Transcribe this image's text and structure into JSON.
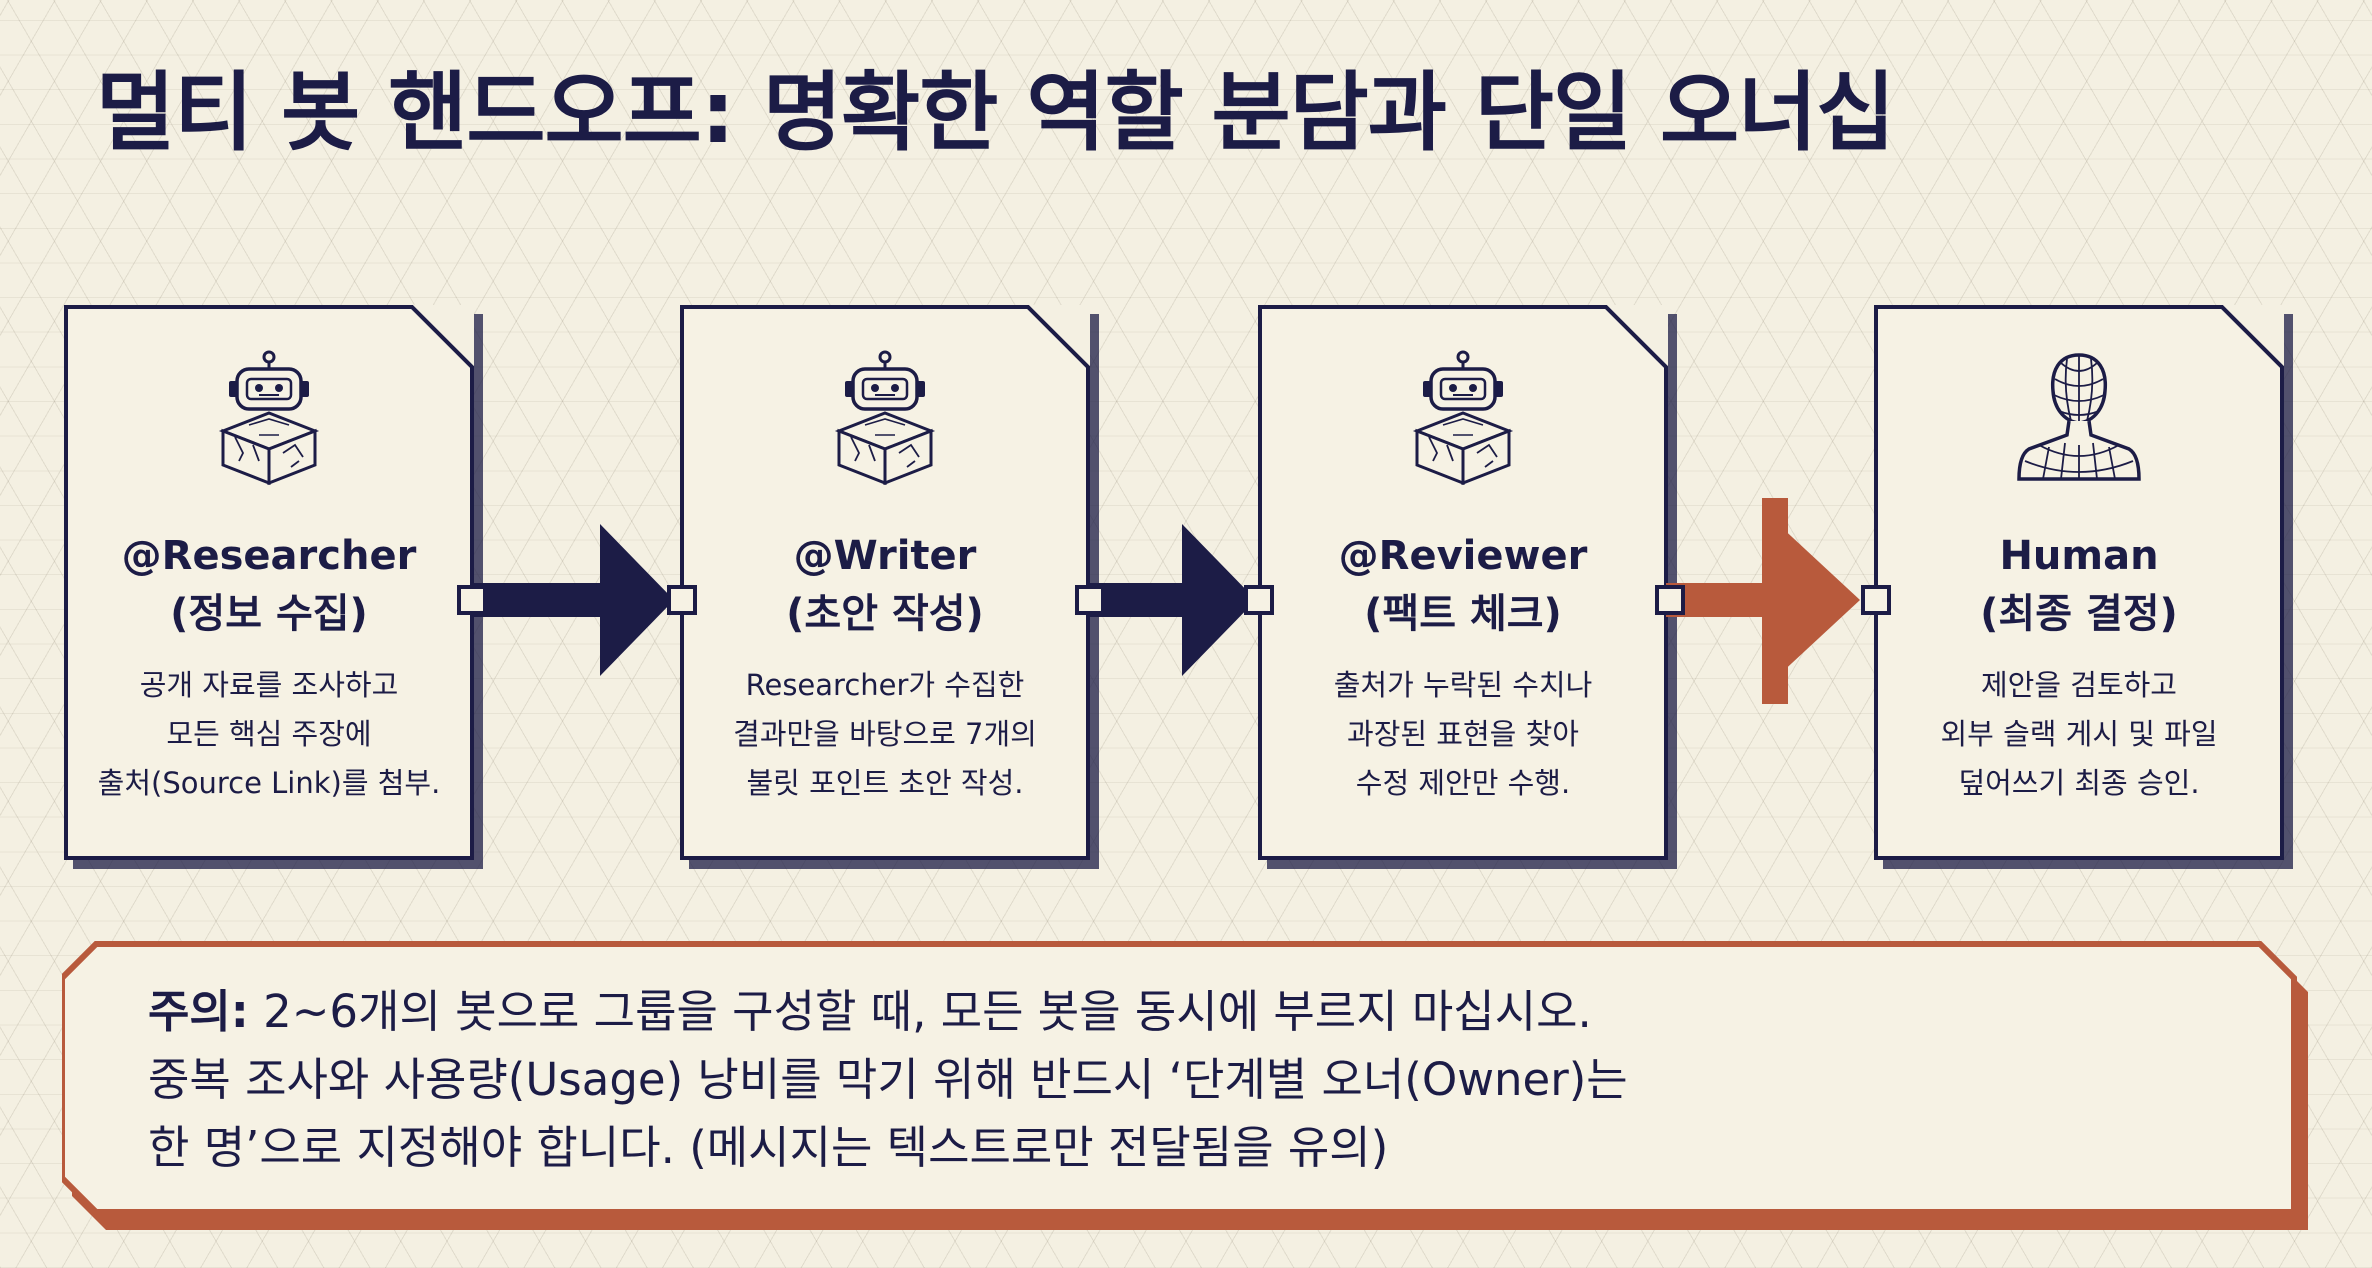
{
  "title": "멀티 봇 핸드오프: 명확한 역할 분담과 단일 오너십",
  "colors": {
    "navy": "#1c1c46",
    "rust": "#b85a3c",
    "paper": "#f6f2e4"
  },
  "steps": [
    {
      "icon": "robot-icon",
      "role": "@Researcher",
      "subtitle": "(정보 수집)",
      "lines": [
        "공개 자료를 조사하고",
        "모든 핵심 주장에",
        "출처(Source Link)를 첨부."
      ]
    },
    {
      "icon": "robot-icon",
      "role": "@Writer",
      "subtitle": "(초안 작성)",
      "lines": [
        "Researcher가 수집한",
        "결과만을 바탕으로 7개의",
        "불릿 포인트 초안 작성."
      ]
    },
    {
      "icon": "robot-icon",
      "role": "@Reviewer",
      "subtitle": "(팩트 체크)",
      "lines": [
        "출처가 누락된 수치나",
        "과장된 표현을 찾아",
        "수정 제안만 수행."
      ]
    },
    {
      "icon": "human-bust-icon",
      "role": "Human",
      "subtitle": "(최종 결정)",
      "lines": [
        "제안을 검토하고",
        "외부 슬랙 게시 및 파일",
        "덮어쓰기 최종 승인."
      ]
    }
  ],
  "note": {
    "label": "주의:",
    "line1": " 2~6개의 봇으로 그룹을 구성할 때, 모든 봇을 동시에 부르지 마십시오.",
    "line2": "중복 조사와 사용량(Usage) 낭비를 막기 위해 반드시 ‘단계별 오너(Owner)는",
    "line3": "한 명’으로 지정해야 합니다. (메시지는 텍스트로만 전달됨을 유의)"
  }
}
